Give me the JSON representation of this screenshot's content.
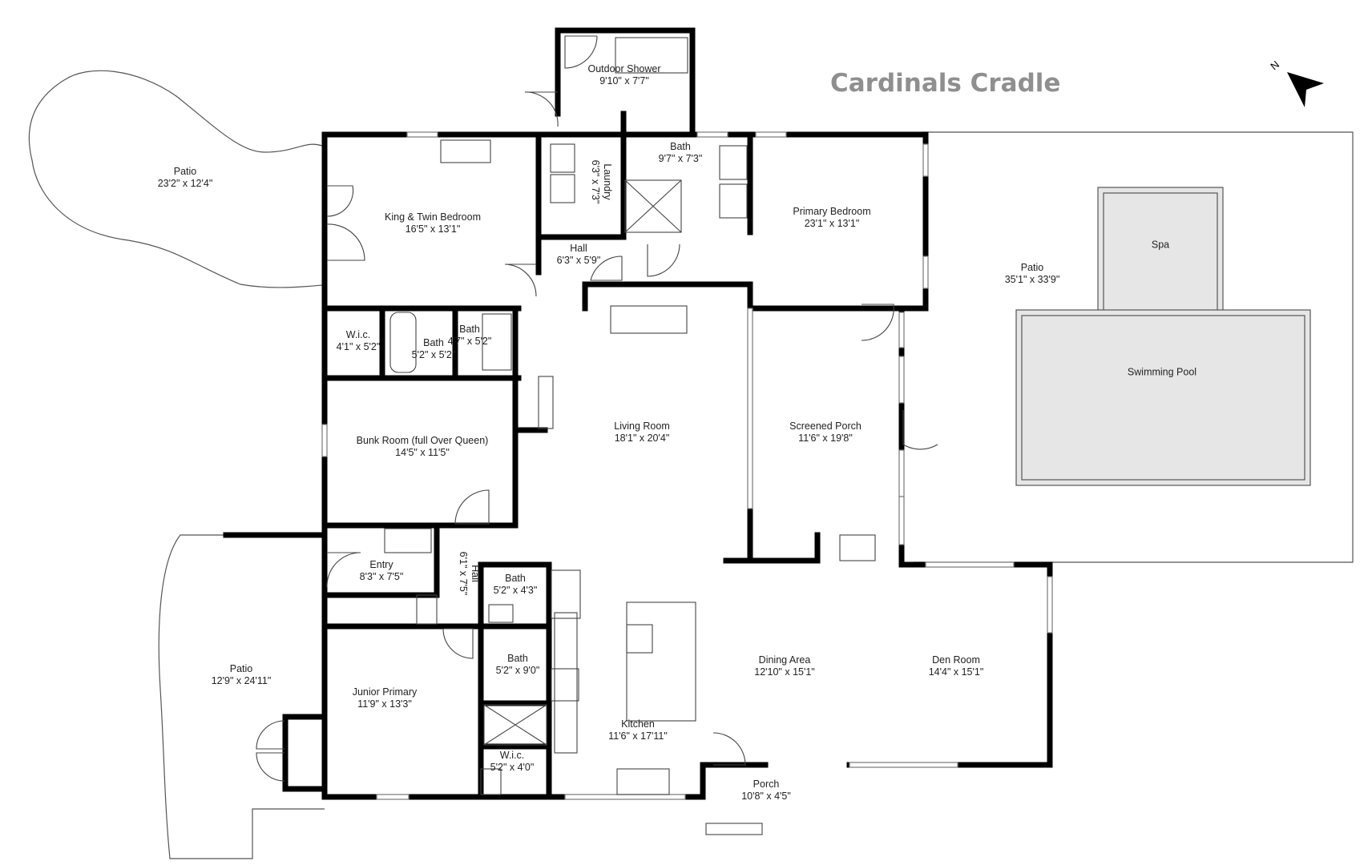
{
  "title": "Cardinals Cradle",
  "compass": {
    "label": "N",
    "icon": "north-arrow-icon"
  },
  "colors": {
    "wall": "#000000",
    "outline": "#555555",
    "pool_fill": "#e6e6e6",
    "title": "#8f8f8f"
  },
  "rooms": [
    {
      "id": "outdoor-shower",
      "name": "Outdoor Shower",
      "dims": "9'10\" x 7'7\""
    },
    {
      "id": "patio-west",
      "name": "Patio",
      "dims": "23'2\" x 12'4\""
    },
    {
      "id": "king-twin-bedroom",
      "name": "King & Twin Bedroom",
      "dims": "16'5\" x 13'1\""
    },
    {
      "id": "laundry",
      "name": "Laundry",
      "dims": "6'3\" x 7'3\""
    },
    {
      "id": "bath-primary",
      "name": "Bath",
      "dims": "9'7\" x 7'3\""
    },
    {
      "id": "primary-bedroom",
      "name": "Primary Bedroom",
      "dims": "23'1\" x 13'1\""
    },
    {
      "id": "hall-north",
      "name": "Hall",
      "dims": "6'3\" x 5'9\""
    },
    {
      "id": "wic-north",
      "name": "W.i.c.",
      "dims": "4'1\" x 5'2\""
    },
    {
      "id": "bath-center",
      "name": "Bath",
      "dims": "5'2\" x 5'2\""
    },
    {
      "id": "bath-small",
      "name": "Bath",
      "dims": "4'7\" x 5'2\""
    },
    {
      "id": "patio-pool",
      "name": "Patio",
      "dims": "35'1\" x 33'9\""
    },
    {
      "id": "spa",
      "name": "Spa",
      "dims": ""
    },
    {
      "id": "swimming-pool",
      "name": "Swimming Pool",
      "dims": ""
    },
    {
      "id": "living-room",
      "name": "Living Room",
      "dims": "18'1\" x 20'4\""
    },
    {
      "id": "screened-porch",
      "name": "Screened Porch",
      "dims": "11'6\" x 19'8\""
    },
    {
      "id": "bunk-room",
      "name": "Bunk Room (full Over Queen)",
      "dims": "14'5\" x 11'5\""
    },
    {
      "id": "entry",
      "name": "Entry",
      "dims": "8'3\" x 7'5\""
    },
    {
      "id": "hall-south",
      "name": "Hall",
      "dims": "6'1\" x 7'5\""
    },
    {
      "id": "bath-hall",
      "name": "Bath",
      "dims": "5'2\" x 4'3\""
    },
    {
      "id": "patio-south",
      "name": "Patio",
      "dims": "12'9\" x 24'11\""
    },
    {
      "id": "junior-primary",
      "name": "Junior Primary",
      "dims": "11'9\" x 13'3\""
    },
    {
      "id": "bath-junior",
      "name": "Bath",
      "dims": "5'2\" x 9'0\""
    },
    {
      "id": "dining-area",
      "name": "Dining Area",
      "dims": "12'10\" x 15'1\""
    },
    {
      "id": "den-room",
      "name": "Den Room",
      "dims": "14'4\" x 15'1\""
    },
    {
      "id": "kitchen",
      "name": "Kitchen",
      "dims": "11'6\" x 17'11\""
    },
    {
      "id": "wic-south",
      "name": "W.i.c.",
      "dims": "5'2\" x 4'0\""
    },
    {
      "id": "porch",
      "name": "Porch",
      "dims": "10'8\" x 4'5\""
    }
  ]
}
